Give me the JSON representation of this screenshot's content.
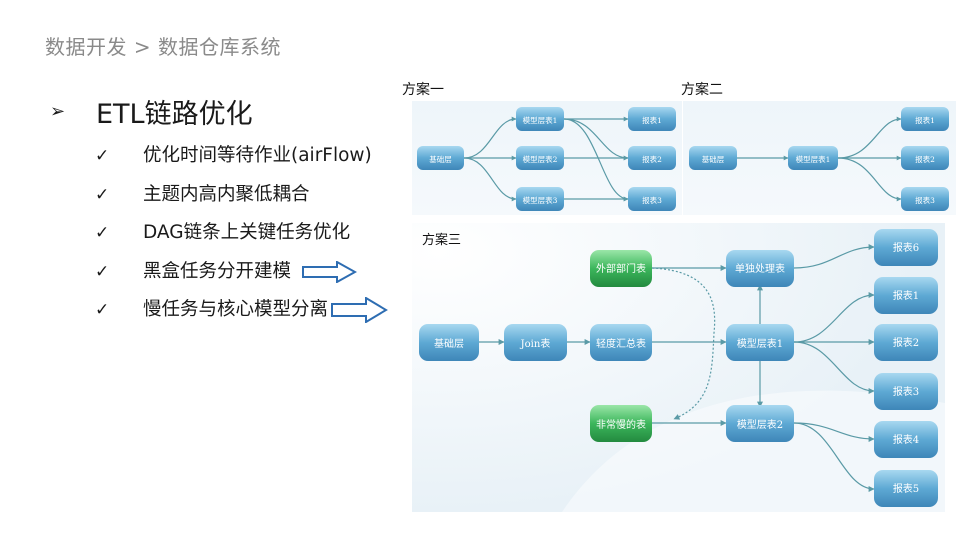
{
  "breadcrumb": "数据开发 > 数据仓库系统",
  "section": {
    "marker": "➢",
    "title": "ETL链路优化"
  },
  "bullets": [
    {
      "check": "✓",
      "text": "优化时间等待作业(airFlow)"
    },
    {
      "check": "✓",
      "text": "主题内高内聚低耦合"
    },
    {
      "check": "✓",
      "text": "DAG链条上关键任务优化"
    },
    {
      "check": "✓",
      "text": "黑盒任务分开建模"
    },
    {
      "check": "✓",
      "text": "慢任务与核心模型分离"
    }
  ],
  "plans": {
    "one": {
      "caption": "方案一",
      "base": "基础层",
      "models": [
        "模型层表1",
        "模型层表2",
        "模型层表3"
      ],
      "reports": [
        "报表1",
        "报表2",
        "报表3"
      ]
    },
    "two": {
      "caption": "方案二",
      "base": "基础层",
      "model": "模型层表1",
      "reports": [
        "报表1",
        "报表2",
        "报表3"
      ]
    },
    "three": {
      "caption": "方案三",
      "base": "基础层",
      "join": "Join表",
      "external": "外部部门表",
      "light": "轻度汇总表",
      "slow": "非常慢的表",
      "single": "单独处理表",
      "model1": "模型层表1",
      "model2": "模型层表2",
      "reports": [
        "报表6",
        "报表1",
        "报表2",
        "报表3",
        "报表4",
        "报表5"
      ]
    }
  },
  "colors": {
    "blue_node": "#5ea9d4",
    "green_node": "#3cb65c",
    "edge": "#5a9aa6",
    "arrow_outline": "#2e6db2"
  }
}
